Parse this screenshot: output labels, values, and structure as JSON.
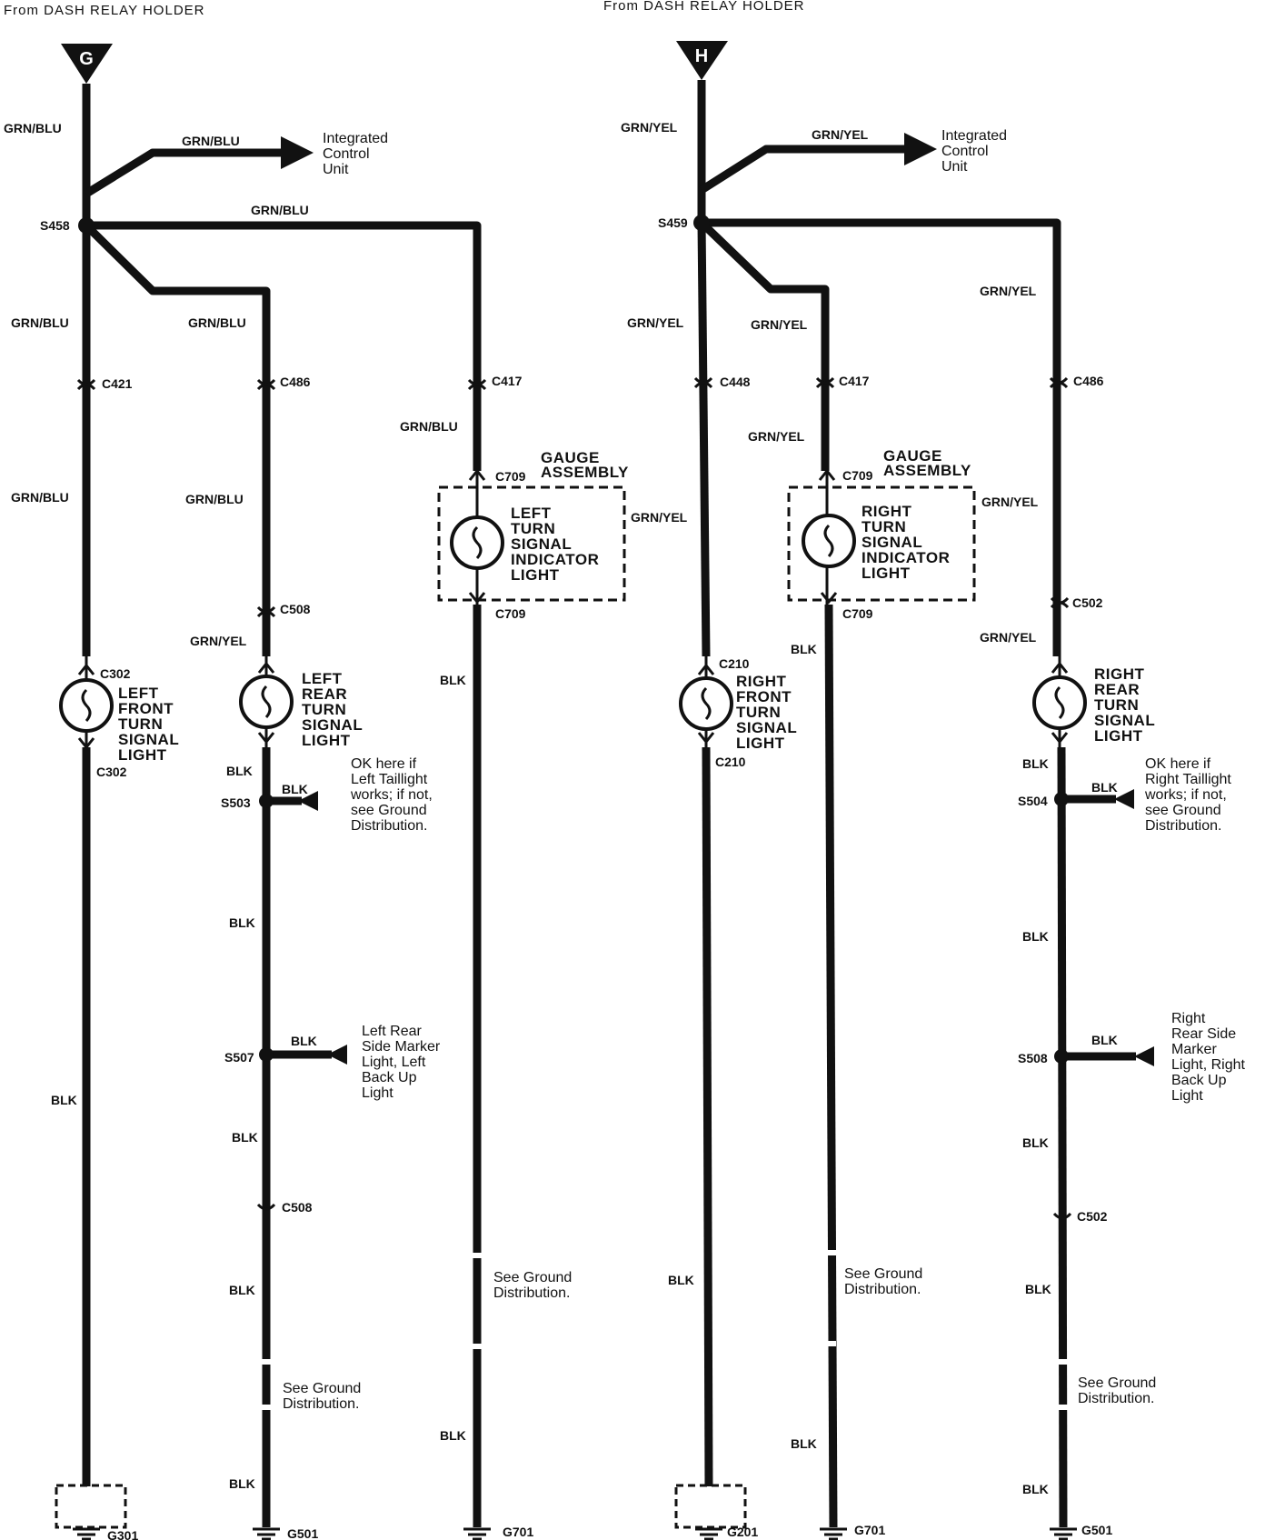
{
  "header": {
    "left_source": "From DASH RELAY HOLDER",
    "right_source": "From DASH RELAY HOLDER"
  },
  "left": {
    "terminal": "G",
    "splice": "S458",
    "wire_color": "GRN/BLU",
    "integrated_unit": [
      "Integrated",
      "Control",
      "Unit"
    ],
    "gauge_assembly": [
      "GAUGE",
      "ASSEMBLY"
    ],
    "indicator_light": [
      "LEFT",
      "TURN",
      "SIGNAL",
      "INDICATOR",
      "LIGHT"
    ],
    "front_light": [
      "LEFT",
      "FRONT",
      "TURN",
      "SIGNAL",
      "LIGHT"
    ],
    "rear_light": [
      "LEFT",
      "REAR",
      "TURN",
      "SIGNAL",
      "LIGHT"
    ],
    "rear_wire_color": "GRN/YEL",
    "taillight_note": [
      "OK here if",
      "Left Taillight",
      "works;  if not,",
      "see Ground",
      "Distribution."
    ],
    "marker_note": [
      "Left Rear",
      "Side Marker",
      "Light, Left",
      "Back Up",
      "Light"
    ],
    "connectors": {
      "front_upper": "C421",
      "rear_upper": "C486",
      "ind_upper": "C417",
      "ind_top": "C709",
      "ind_bottom": "C709",
      "rear_mid": "C508",
      "front_top": "C302",
      "front_bottom": "C302",
      "rear_lower": "C508"
    },
    "splices": {
      "taillight": "S503",
      "marker": "S507"
    },
    "grounds": {
      "front": "G301",
      "rear": "G501",
      "indicator": "G701"
    }
  },
  "right": {
    "terminal": "H",
    "splice": "S459",
    "wire_color": "GRN/YEL",
    "integrated_unit": [
      "Integrated",
      "Control",
      "Unit"
    ],
    "gauge_assembly": [
      "GAUGE",
      "ASSEMBLY"
    ],
    "indicator_light": [
      "RIGHT",
      "TURN",
      "SIGNAL",
      "INDICATOR",
      "LIGHT"
    ],
    "front_light": [
      "RIGHT",
      "FRONT",
      "TURN",
      "SIGNAL",
      "LIGHT"
    ],
    "rear_light": [
      "RIGHT",
      "REAR",
      "TURN",
      "SIGNAL",
      "LIGHT"
    ],
    "taillight_note": [
      "OK here if",
      "Right Taillight",
      "works;  if not,",
      "see Ground",
      "Distribution."
    ],
    "marker_note": [
      "Right",
      "Rear Side",
      "Marker",
      "Light, Right",
      "Back Up",
      "Light"
    ],
    "connectors": {
      "front_upper": "C448",
      "ind_upper": "C417",
      "rear_upper": "C486",
      "ind_top": "C709",
      "ind_bottom": "C709",
      "rear_mid": "C502",
      "front_top": "C210",
      "front_bottom": "C210",
      "rear_lower": "C502"
    },
    "splices": {
      "taillight": "S504",
      "marker": "S508"
    },
    "grounds": {
      "front": "G201",
      "indicator": "G701",
      "rear": "G501"
    }
  },
  "ground_wire": "BLK",
  "see_ground": [
    "See Ground",
    "Distribution."
  ]
}
